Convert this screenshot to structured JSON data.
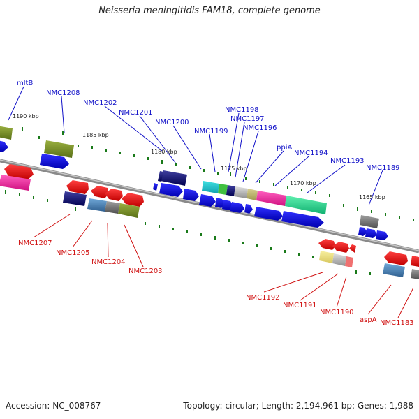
{
  "title": "Neisseria meningitidis FAM18, complete genome",
  "footer": {
    "accession": "Accession: NC_008767",
    "topology": "Topology: circular; Length: 2,194,961 bp; Genes: 1,988"
  },
  "scale_labels": [
    "1190 kbp",
    "1185 kbp",
    "1180 kbp",
    "1175 kbp",
    "1170 kbp",
    "1165 kbp"
  ],
  "genes_top": [
    "mltB",
    "NMC1208",
    "NMC1202",
    "NMC1201",
    "NMC1200",
    "NMC1199",
    "NMC1198",
    "NMC1197",
    "NMC1196",
    "ppiA",
    "NMC1194",
    "NMC1193",
    "NMC1189"
  ],
  "genes_bottom": [
    "NMC1207",
    "NMC1205",
    "NMC1204",
    "NMC1203",
    "NMC1192",
    "NMC1191",
    "NMC1190",
    "aspA",
    "NMC1183"
  ],
  "colors": {
    "forward_strand": "#1010e0",
    "reverse_strand": "#e01010",
    "label_top": "#1010c8",
    "label_bottom": "#d01010",
    "tick": "#1a7a1a",
    "backbone": "#8a8a8a"
  }
}
